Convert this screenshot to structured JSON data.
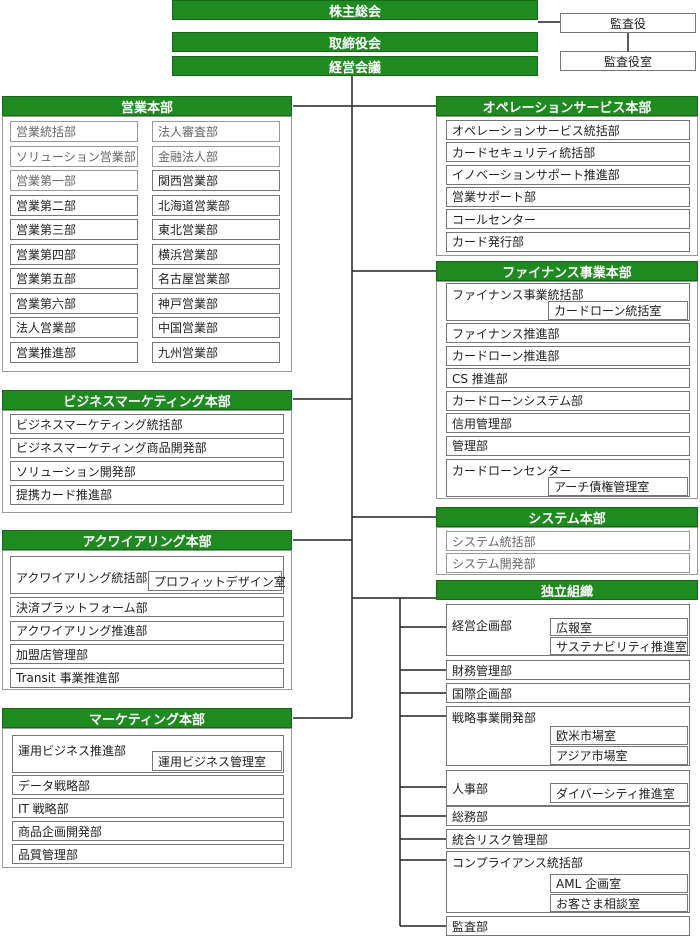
{
  "top": {
    "shareholders": "株主総会",
    "board": "取締役会",
    "management": "経営会議",
    "auditor": "監査役",
    "audit_office": "監査役室"
  },
  "sales_hq": {
    "title": "営業本部",
    "left": [
      "営業統括部",
      "ソリューション営業部",
      "営業第一部",
      "営業第二部",
      "営業第三部",
      "営業第四部",
      "営業第五部",
      "営業第六部",
      "法人営業部",
      "営業推進部"
    ],
    "right": [
      "法人審査部",
      "金融法人部",
      "関西営業部",
      "北海道営業部",
      "東北営業部",
      "横浜営業部",
      "名古屋営業部",
      "神戸営業部",
      "中国営業部",
      "九州営業部"
    ]
  },
  "biz_marketing_hq": {
    "title": "ビジネスマーケティング本部",
    "items": [
      "ビジネスマーケティング統括部",
      "ビジネスマーケティング商品開発部",
      "ソリューション開発部",
      "提携カード推進部"
    ]
  },
  "acquiring_hq": {
    "title": "アクワイアリング本部",
    "parent": "アクワイアリング統括部",
    "parent_sub": "プロフィットデザイン室",
    "items": [
      "決済プラットフォーム部",
      "アクワイアリング推進部",
      "加盟店管理部",
      "Transit 事業推進部"
    ]
  },
  "marketing_hq": {
    "title": "マーケティング本部",
    "parent": "運用ビジネス推進部",
    "parent_sub": "運用ビジネス管理室",
    "items": [
      "データ戦略部",
      "IT 戦略部",
      "商品企画開発部",
      "品質管理部"
    ]
  },
  "operation_hq": {
    "title": "オペレーションサービス本部",
    "items": [
      "オペレーションサービス統括部",
      "カードセキュリティ統括部",
      "イノベーションサポート推進部",
      "営業サポート部",
      "コールセンター",
      "カード発行部"
    ]
  },
  "finance_hq": {
    "title": "ファイナンス事業本部",
    "parent": "ファイナンス事業統括部",
    "parent_sub": "カードローン統括室",
    "items": [
      "ファイナンス推進部",
      "カードローン推進部",
      "CS 推進部",
      "カードローンシステム部",
      "信用管理部",
      "管理部"
    ],
    "last": "カードローンセンター",
    "last_sub": "アーチ債権管理室"
  },
  "system_hq": {
    "title": "システム本部",
    "items": [
      "システム統括部",
      "システム開発部"
    ]
  },
  "independent": {
    "title": "独立組織",
    "planning": "経営企画部",
    "planning_subs": [
      "広報室",
      "サステナビリティ推進室"
    ],
    "finance": "財務管理部",
    "intl": "国際企画部",
    "strategy": "戦略事業開発部",
    "strategy_subs": [
      "欧米市場室",
      "アジア市場室"
    ],
    "hr": "人事部",
    "hr_sub": "ダイバーシティ推進室",
    "general": "総務部",
    "risk": "統合リスク管理部",
    "compliance": "コンプライアンス統括部",
    "compliance_subs": [
      "AML 企画室",
      "お客さま相談室"
    ],
    "audit": "監査部"
  }
}
